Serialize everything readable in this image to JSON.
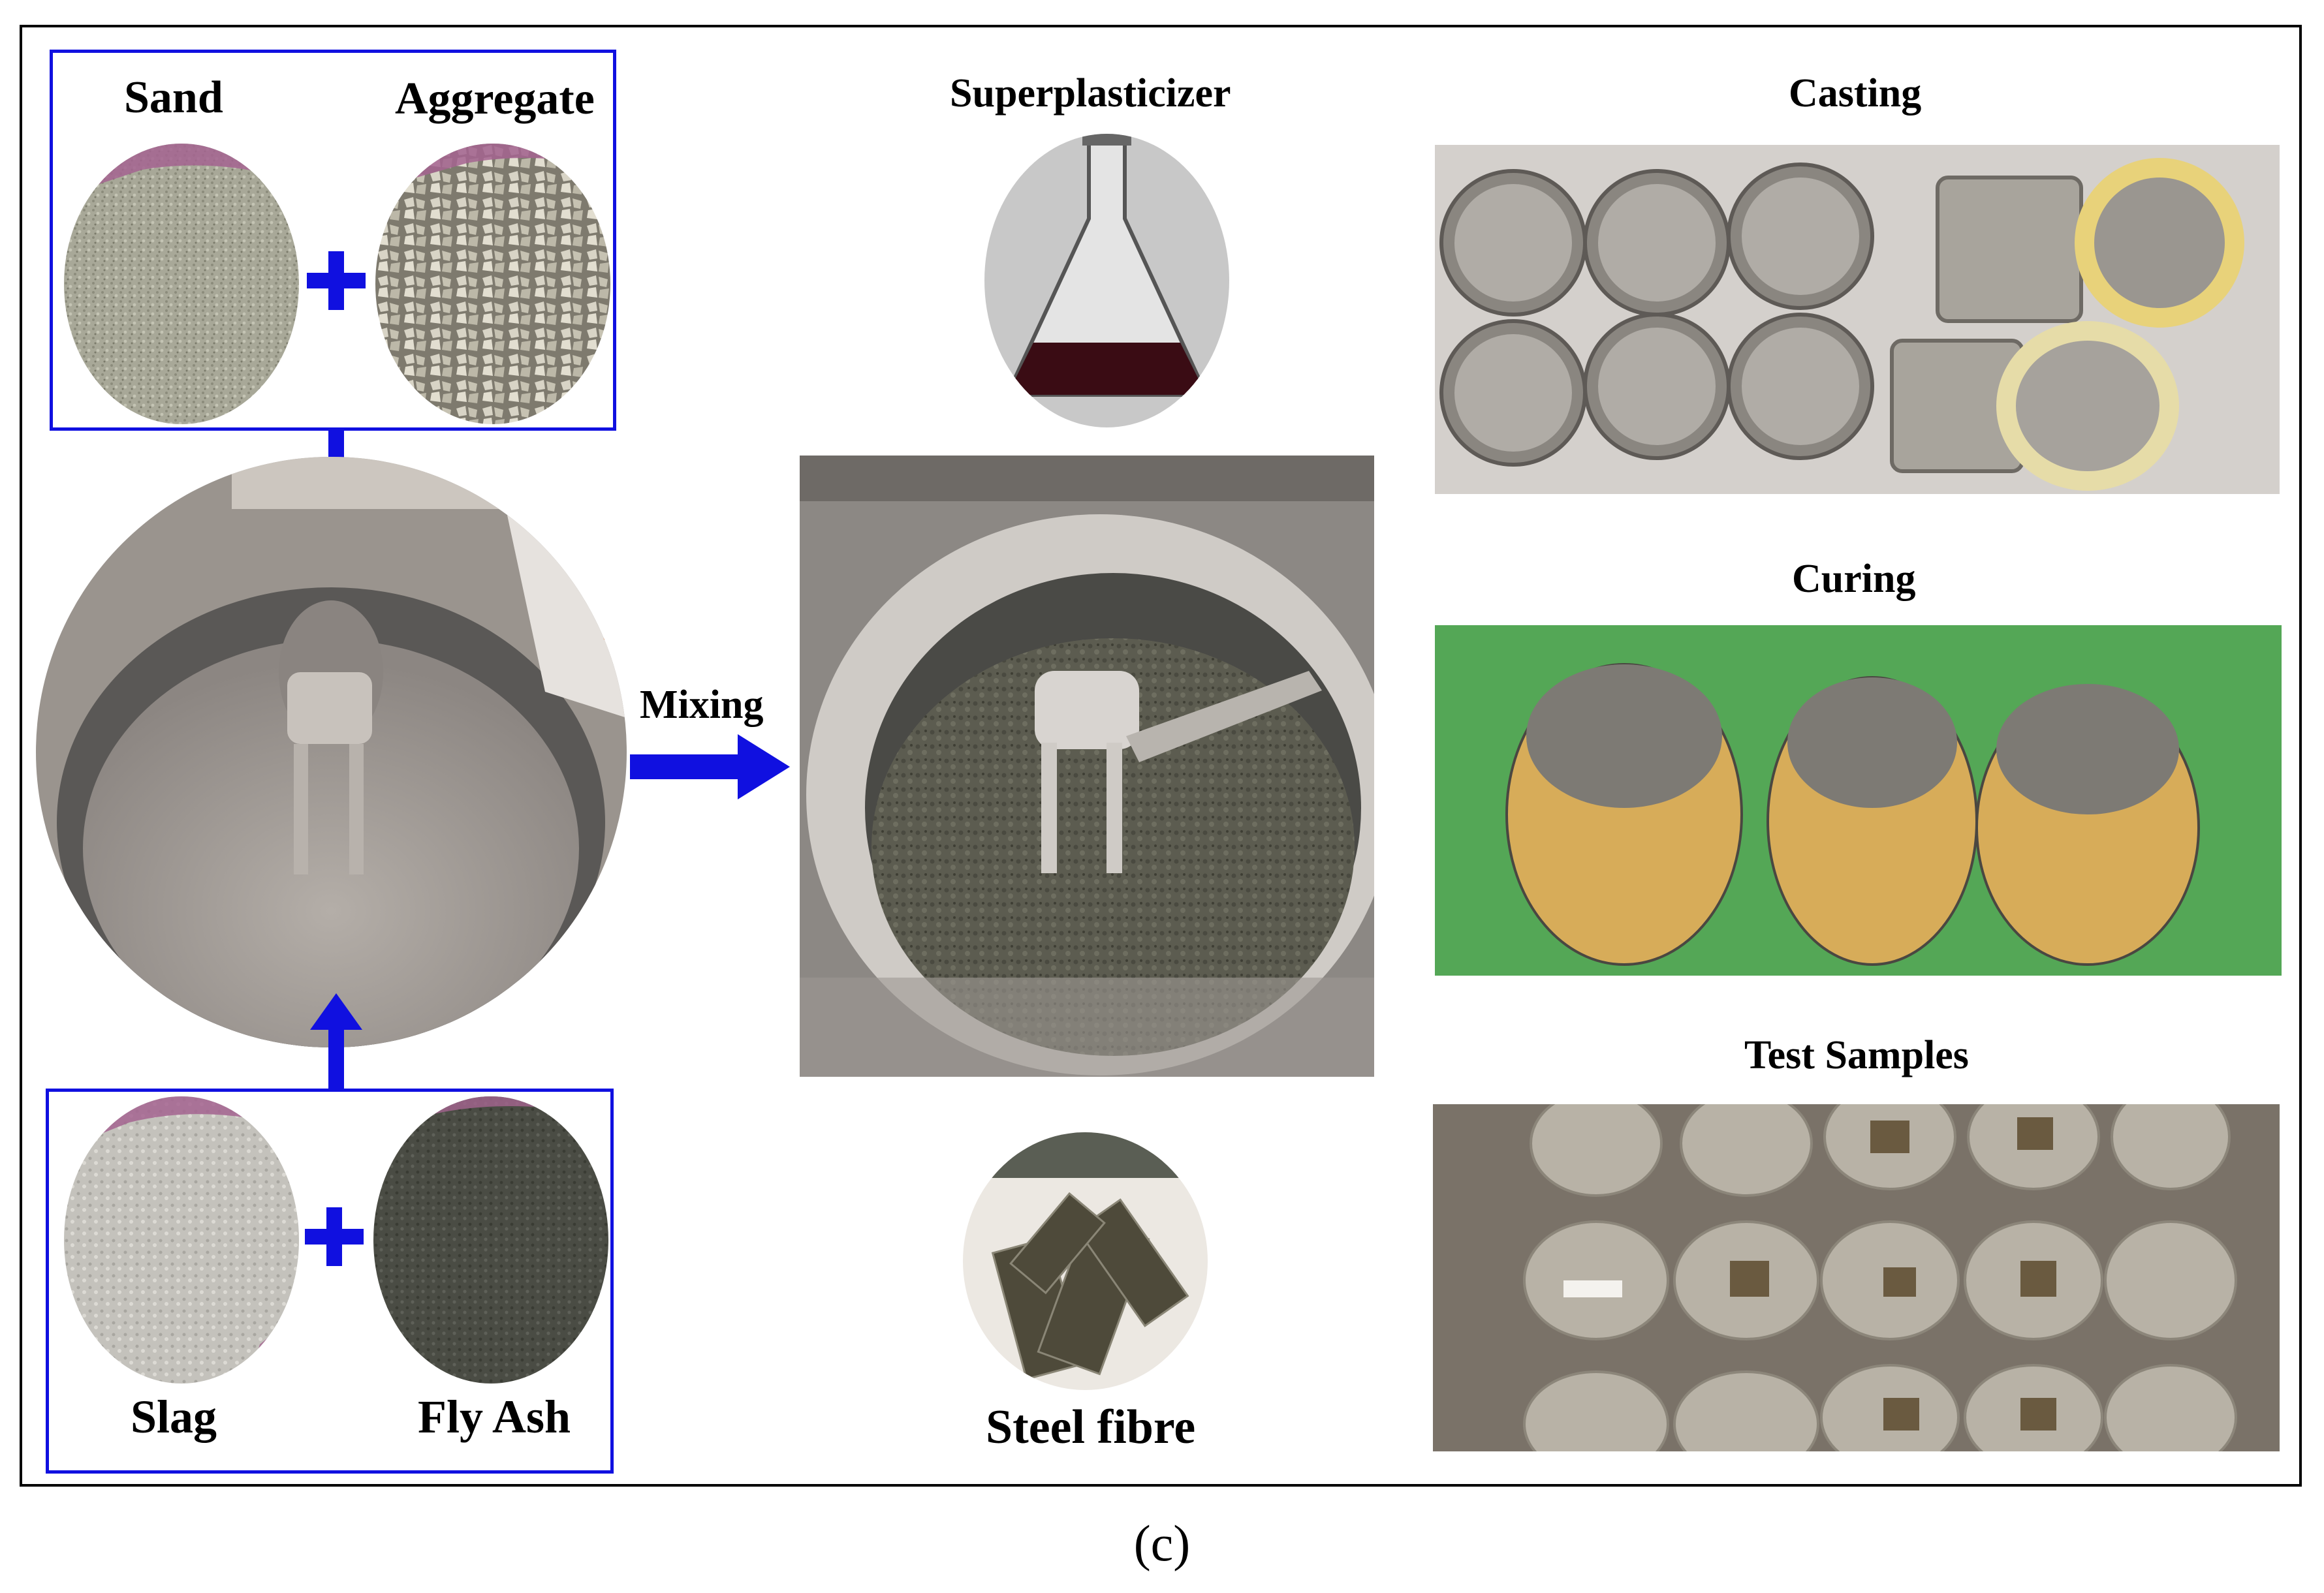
{
  "labels": {
    "sand": "Sand",
    "aggregate": "Aggregate",
    "slag": "Slag",
    "fly_ash": "Fly Ash",
    "superplasticizer": "Superplasticizer",
    "mixing": "Mixing",
    "steel_fibre": "Steel fibre",
    "casting": "Casting",
    "curing": "Curing",
    "test_samples": "Test Samples"
  },
  "caption": "(c)",
  "colors": {
    "frame": "#000000",
    "box_border": "#1010e0",
    "arrow": "#1010e0",
    "plus": "#1010e0",
    "curing_background": "#3a9a3c"
  },
  "icons": [
    "plus-icon",
    "arrow-down-icon",
    "arrow-up-icon",
    "arrow-right-icon"
  ]
}
